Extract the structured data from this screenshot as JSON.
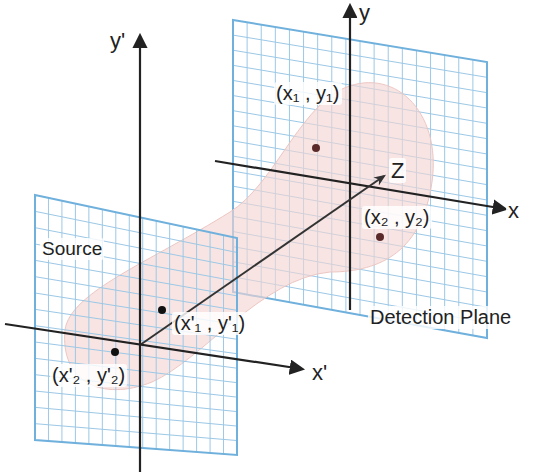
{
  "diagram": {
    "labels": [
      "y",
      "(x₁ , y₁)",
      "Z",
      "x",
      "(x₂ , y₂)",
      "Detection Plane",
      "y'",
      "Source",
      "(x'₁ , y'₁)",
      "x'",
      "(x'₂ , y'₂)"
    ]
  }
}
